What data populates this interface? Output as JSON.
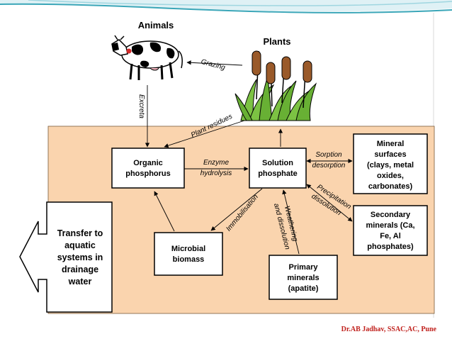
{
  "labels": {
    "animals": "Animals",
    "plants": "Plants",
    "grazing": "Grazing",
    "excreta": "Excreta",
    "plant_residues": "Plant residues",
    "enzyme": "Enzyme",
    "hydrolysis": "hydrolysis",
    "sorption": "Sorption",
    "desorption": "desorption",
    "precipitation": "Precipitation",
    "dissolution": "dissolution",
    "immobilisation": "Immobilisation",
    "weathering": "Weathering",
    "and_dissolution": "and dissolution"
  },
  "boxes": {
    "organic": [
      "Organic",
      "phosphorus"
    ],
    "solution": [
      "Solution",
      "phosphate"
    ],
    "mineral_surfaces": [
      "Mineral",
      "surfaces",
      "(clays, metal",
      "oxides,",
      "carbonates)"
    ],
    "secondary": [
      "Secondary",
      "minerals (Ca,",
      "Fe, Al",
      "phosphates)"
    ],
    "microbial": [
      "Microbial",
      "biomass"
    ],
    "primary": [
      "Primary",
      "minerals",
      "(apatite)"
    ],
    "transfer": [
      "Transfer to",
      "aquatic",
      "systems in",
      "drainage",
      "water"
    ]
  },
  "credit": "Dr.AB Jadhav, SSAC,AC, Pune",
  "colors": {
    "soil": "#fad4ae",
    "accent_teal": "#3aa6b8",
    "credit_red": "#c0201c"
  }
}
